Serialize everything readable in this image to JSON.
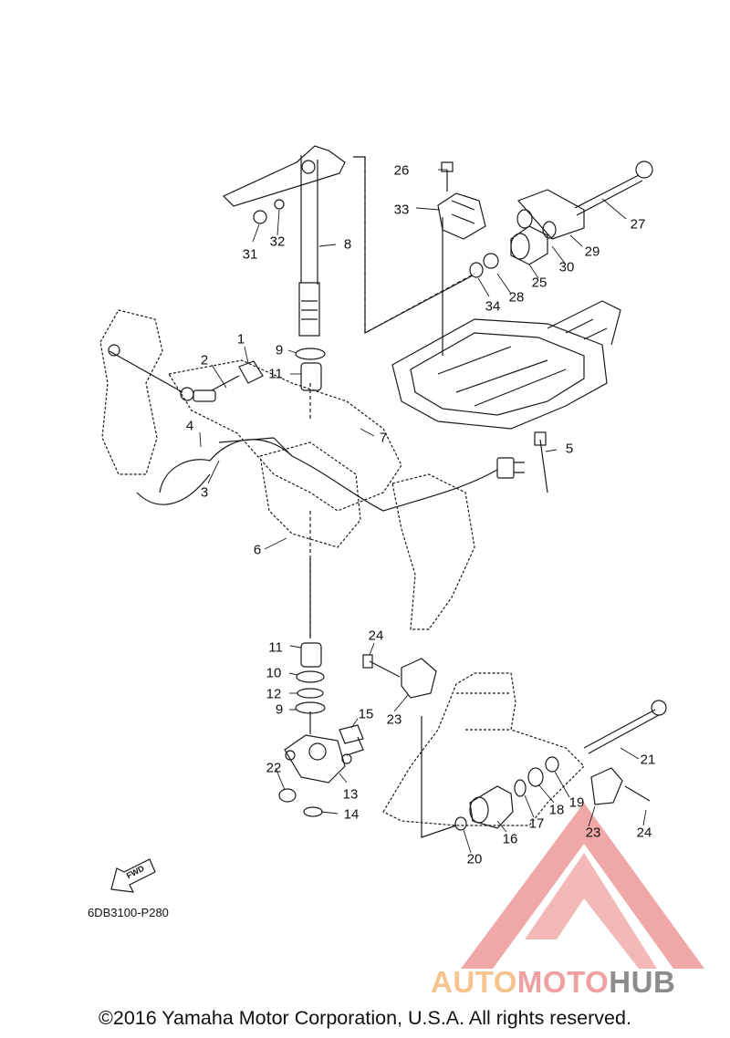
{
  "part_labels": [
    "1",
    "2",
    "3",
    "4",
    "5",
    "6",
    "7",
    "8",
    "9",
    "9",
    "10",
    "11",
    "11",
    "12",
    "13",
    "14",
    "15",
    "16",
    "17",
    "18",
    "19",
    "20",
    "21",
    "22",
    "23",
    "23",
    "24",
    "24",
    "25",
    "26",
    "27",
    "28",
    "29",
    "30",
    "31",
    "32",
    "33",
    "34"
  ],
  "drawing_code": "6DB3100-P280",
  "fwd_label": "FWD",
  "copyright": "©2016 Yamaha Motor Corporation, U.S.A. All rights reserved.",
  "watermark": {
    "auto": "AUTO",
    "moto": "MOTO",
    "hub": "HUB"
  },
  "colors": {
    "line": "#1a1a1a",
    "watermark_red": "#e88080",
    "watermark_orange": "#f6c58f",
    "watermark_gray": "#8c8c8c"
  }
}
